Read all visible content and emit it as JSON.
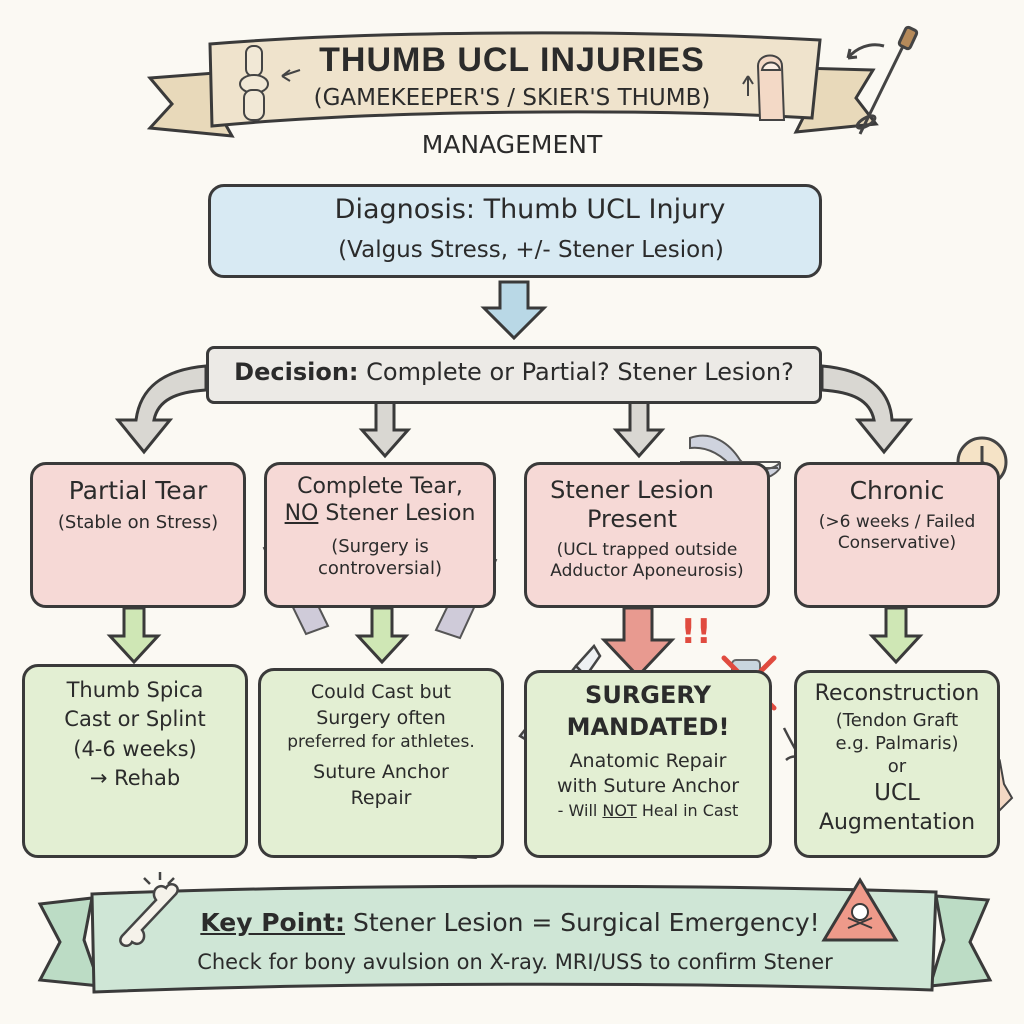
{
  "banner": {
    "line1": "THUMB UCL INJURIES",
    "line2": "(GAMEKEEPER'S / SKIER'S THUMB)",
    "line3": "MANAGEMENT"
  },
  "diagnosis": {
    "line1": "Diagnosis: Thumb UCL Injury",
    "line2": "(Valgus Stress, +/- Stener Lesion)"
  },
  "decision": {
    "label": "Decision:",
    "text": "Complete or Partial? Stener Lesion?"
  },
  "branches": [
    {
      "title": "Partial Tear",
      "note": "(Stable on Stress)",
      "treatment": [
        "Thumb Spica",
        "Cast or Splint",
        "(4-6 weeks)",
        "→ Rehab"
      ]
    },
    {
      "title": "Complete Tear,",
      "title_no": "NO",
      "title_rest": " Stener Lesion",
      "note": [
        "(Surgery is",
        "controversial)"
      ],
      "treatment": [
        "Could Cast but",
        "Surgery often",
        "preferred for athletes.",
        "Suture Anchor",
        "Repair"
      ]
    },
    {
      "title": [
        "Stener Lesion",
        "Present"
      ],
      "note": [
        "(UCL trapped outside",
        "Adductor Aponeurosis)"
      ],
      "alert": "!!",
      "treatment": [
        "SURGERY",
        "MANDATED!",
        "Anatomic Repair",
        "with Suture Anchor",
        "- Will ",
        "NOT",
        " Heal in Cast"
      ]
    },
    {
      "title": "Chronic",
      "note": [
        "(>6 weeks / Failed",
        "Conservative)"
      ],
      "treatment": [
        "Reconstruction",
        "(Tendon Graft",
        "e.g. Palmaris)",
        "or",
        "UCL",
        "Augmentation"
      ]
    }
  ],
  "keypoint": {
    "label": "Key Point:",
    "text": " Stener Lesion = Surgical Emergency!",
    "line2": "Check for bony avulsion on X-ray. MRI/USS to confirm Stener"
  },
  "colors": {
    "banner": "#efe3cc",
    "diagnosis": "#d8eaf3",
    "decision": "#eceae6",
    "branch": "#f6d9d6",
    "treatment": "#e3efd3",
    "keypoint": "#cfe6d6",
    "arrow_green": "#cfe7b5",
    "arrow_gray": "#d9d7d2",
    "alert_red": "#e04b3f"
  },
  "icons": [
    "thumb-joint-icon",
    "thumb-icon",
    "ski-pole-icon",
    "hand-icon",
    "magnifier-icon",
    "torn-ligament-icon",
    "clock-icon",
    "scalpel-icon",
    "cross-icon",
    "bandaged-foot-icon",
    "ball-hand-icon",
    "bone-icon",
    "skull-warning-icon"
  ]
}
